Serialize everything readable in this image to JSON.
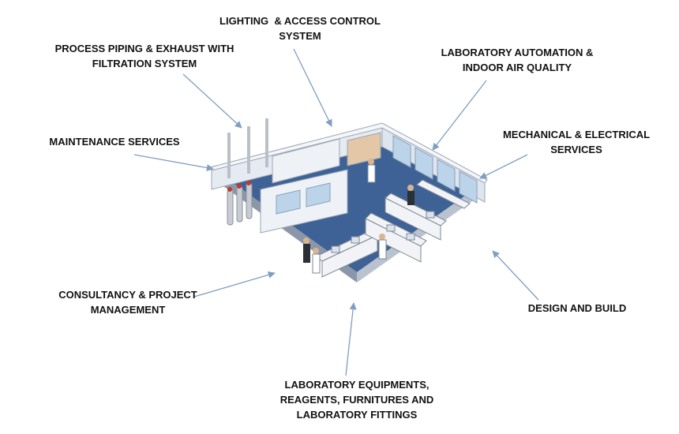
{
  "diagram": {
    "labels": {
      "lighting": [
        "LIGHTING  & ACCESS CONTROL",
        "SYSTEM"
      ],
      "process_piping": [
        "PROCESS PIPING & EXHAUST WITH",
        "FILTRATION SYSTEM"
      ],
      "lab_automation": [
        "LABORATORY AUTOMATION &",
        "INDOOR AIR QUALITY"
      ],
      "maintenance": [
        "MAINTENANCE SERVICES"
      ],
      "mechanical": [
        "MECHANICAL & ELECTRICAL",
        "SERVICES"
      ],
      "consultancy": [
        "CONSULTANCY & PROJECT",
        "MANAGEMENT"
      ],
      "design_build": [
        "DESIGN AND BUILD"
      ],
      "equipment": [
        "LABORATORY EQUIPMENTS,",
        "REAGENTS, FURNITURES AND",
        "LABORATORY FITTINGS"
      ]
    },
    "colors": {
      "arrow": "#7f9fc0",
      "floor": "#3f6296",
      "wall": "#e6ebf2",
      "wall_top": "#f4f6f9",
      "wall_edge": "#9aa6b4",
      "window": "#bcd4ea",
      "text": "#111111"
    }
  }
}
